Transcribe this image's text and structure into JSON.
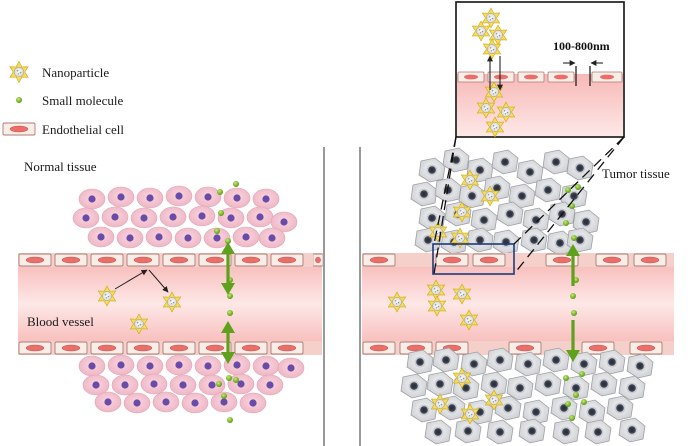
{
  "legend": {
    "nanoparticle": "Nanoparticle",
    "small_molecule": "Small molecule",
    "endothelial_cell": "Endothelial cell"
  },
  "labels": {
    "normal_tissue": "Normal tissue",
    "tumor_tissue": "Tumor tissue",
    "blood_vessel": "Blood vessel",
    "gap_size": "100-800nm"
  },
  "colors": {
    "vessel_gradient_edge": "#f6b5b3",
    "vessel_gradient_center": "#fde7e6",
    "endothelial_fill": "#f7ece6",
    "endothelial_nucleus": "#e8706c",
    "normal_cell": "#f2c2cf",
    "normal_nucleus": "#6b4fa6",
    "tumor_cell": "#dcdde0",
    "tumor_nucleus": "#4a5060",
    "small_molecule": "#7cbf2a",
    "arrow_green": "#5fa01c",
    "nanoparticle": "#f5d84a",
    "highlight_box": "#1f3a7a"
  },
  "icons": [
    "nanoparticle-icon",
    "small-molecule-icon",
    "endothelial-cell-icon"
  ]
}
